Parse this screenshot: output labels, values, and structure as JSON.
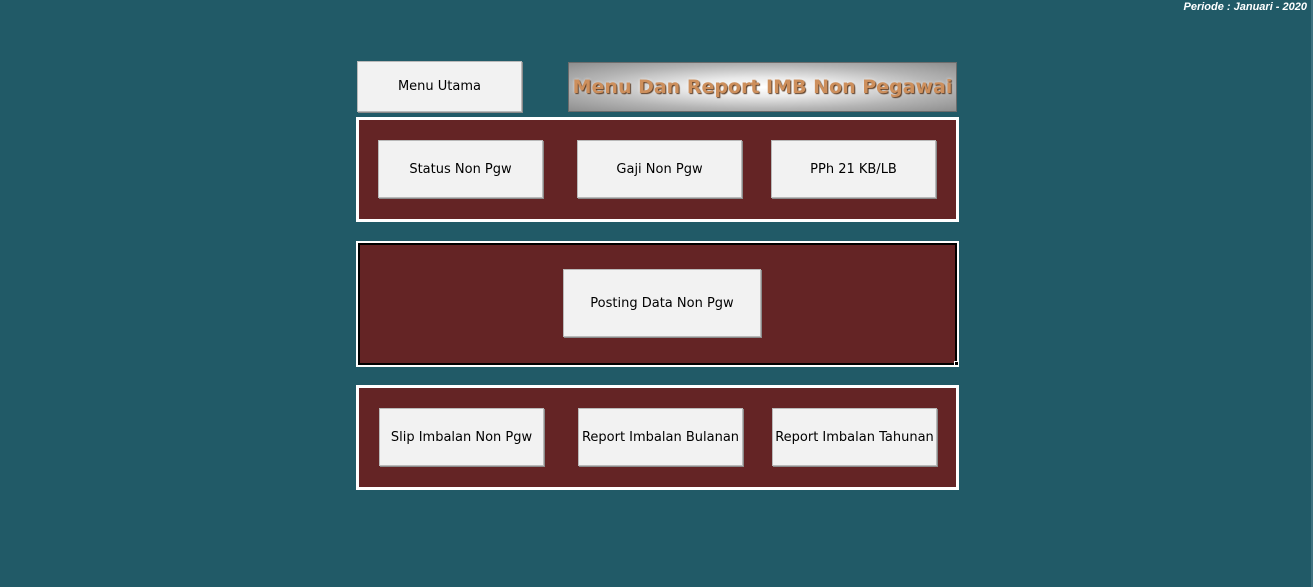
{
  "header": {
    "periode": "Periode : Januari - 2020"
  },
  "nav": {
    "menu_utama": "Menu Utama"
  },
  "banner": {
    "title": "Menu Dan Report IMB Non Pegawai",
    "text_color": "#cd8f5c"
  },
  "panels": {
    "top": {
      "buttons": [
        "Status Non Pgw",
        "Gaji Non Pgw",
        "PPh 21 KB/LB"
      ]
    },
    "middle": {
      "button": "Posting Data Non Pgw"
    },
    "bottom": {
      "buttons": [
        "Slip Imbalan Non Pgw",
        "Report Imbalan Bulanan",
        "Report Imbalan Tahunan"
      ]
    }
  },
  "colors": {
    "background": "#215a67",
    "panel": "#642425",
    "button": "#f2f2f2"
  }
}
